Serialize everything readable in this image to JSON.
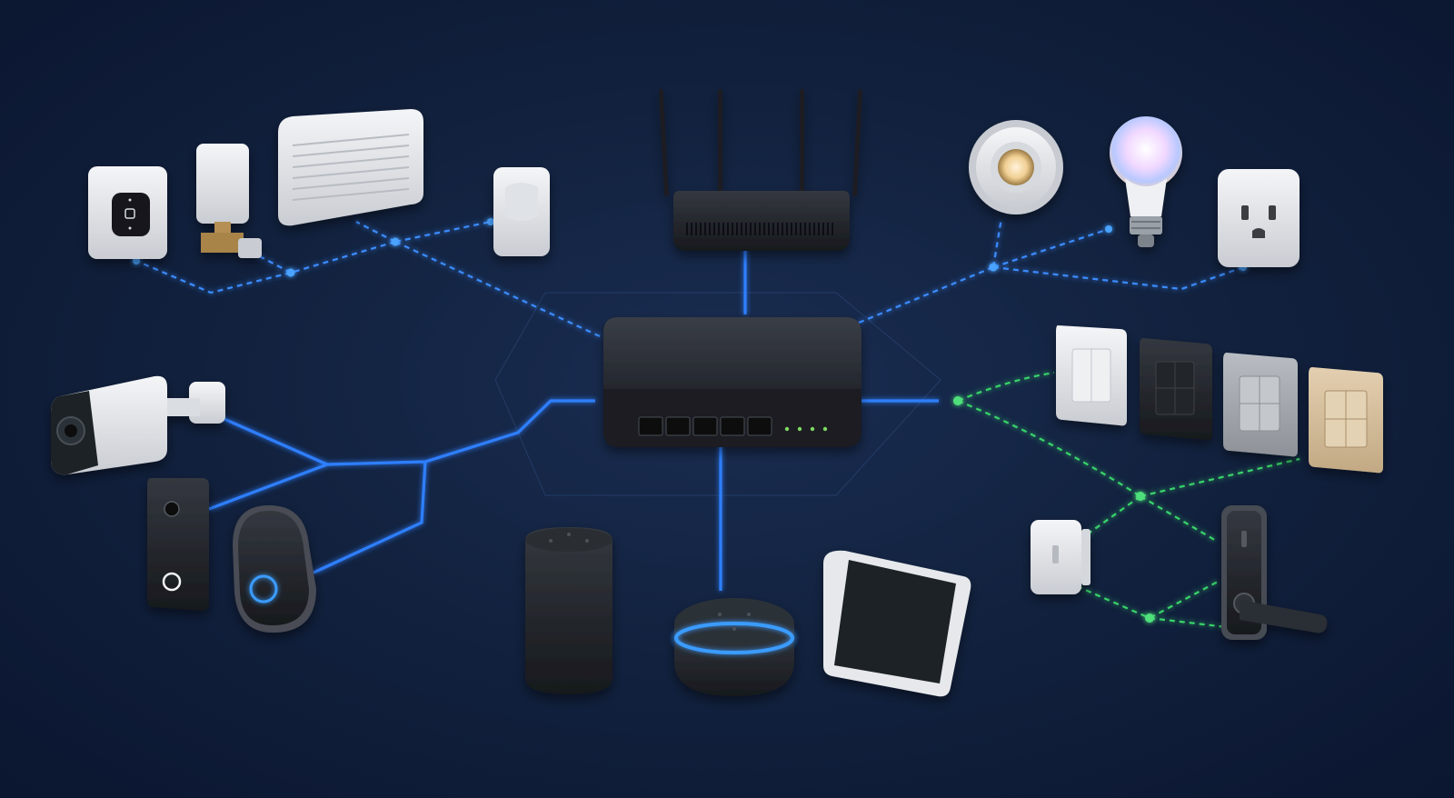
{
  "colors": {
    "background": "#0f1e3a",
    "wifi_link": "#3b8cff",
    "wired_link": "#2f7fff",
    "mesh_link": "#39d36b",
    "device_white": "#e9ebee",
    "device_dark": "#1e2126",
    "hub_accent": "#4aa3ff"
  },
  "devices": {
    "router": {
      "icon": "wifi-router-icon"
    },
    "hub": {
      "icon": "network-switch-icon",
      "ports": 5,
      "status_leds": 4
    },
    "thermostat_panel": {
      "icon": "thermostat-icon"
    },
    "radiator_valve": {
      "icon": "radiator-valve-icon"
    },
    "ac_unit": {
      "icon": "air-conditioner-icon"
    },
    "motion_sensor": {
      "icon": "motion-sensor-icon"
    },
    "spotlight": {
      "icon": "downlight-icon"
    },
    "smart_bulb": {
      "icon": "smart-bulb-icon"
    },
    "smart_plug": {
      "icon": "power-outlet-icon"
    },
    "security_camera": {
      "icon": "security-camera-icon"
    },
    "video_doorbell": {
      "icon": "doorbell-icon"
    },
    "door_chime": {
      "icon": "chime-icon"
    },
    "smart_speaker_tall": {
      "icon": "speaker-icon"
    },
    "smart_speaker_puck": {
      "icon": "speaker-puck-icon"
    },
    "smart_display": {
      "icon": "smart-display-icon"
    },
    "wall_switches": {
      "icon": "light-switch-icon",
      "count": 4
    },
    "contact_sensor": {
      "icon": "contact-sensor-icon"
    },
    "smart_lock": {
      "icon": "smart-lock-icon"
    }
  }
}
